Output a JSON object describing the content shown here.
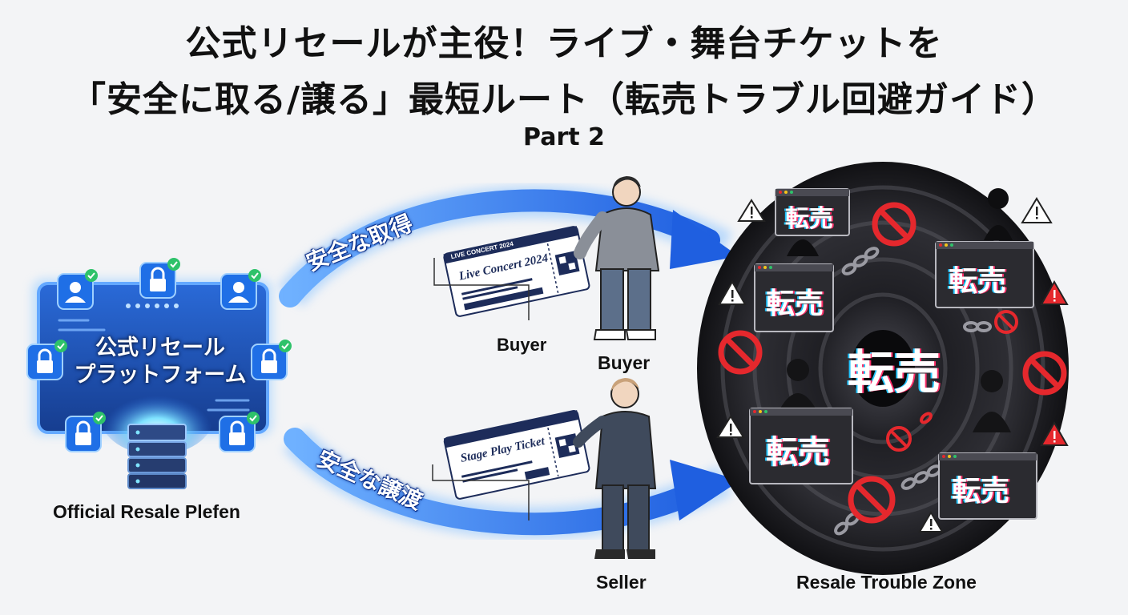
{
  "title": {
    "line1": "公式リセールが主役！ライブ・舞台チケットを",
    "line2": "「安全に取る/譲る」最短ルート（転売トラブル回避ガイド）",
    "part": "Part 2"
  },
  "platform": {
    "name_line1": "公式リセール",
    "name_line2": "プラットフォーム",
    "caption": "Official Resale Plefen"
  },
  "flows": {
    "top_arrow_label": "安全な取得",
    "bottom_arrow_label": "安全な譲渡"
  },
  "tickets": {
    "top_header": "LIVE CONCERT 2024",
    "top_title": "Live Concert 2024",
    "bottom_title": "Stage Play Ticket"
  },
  "people": {
    "buyer_callout": "Buyer",
    "buyer_label": "Buyer",
    "seller_label": "Seller"
  },
  "zone": {
    "caption": "Resale Trouble Zone",
    "center_text": "転売",
    "window_text": "転売"
  },
  "colors": {
    "arrow_blue": "#1f6fe6",
    "platform_blue": "#1e4fb5",
    "vortex_dark": "#1a1a1e",
    "prohibit_red": "#e5282d"
  }
}
